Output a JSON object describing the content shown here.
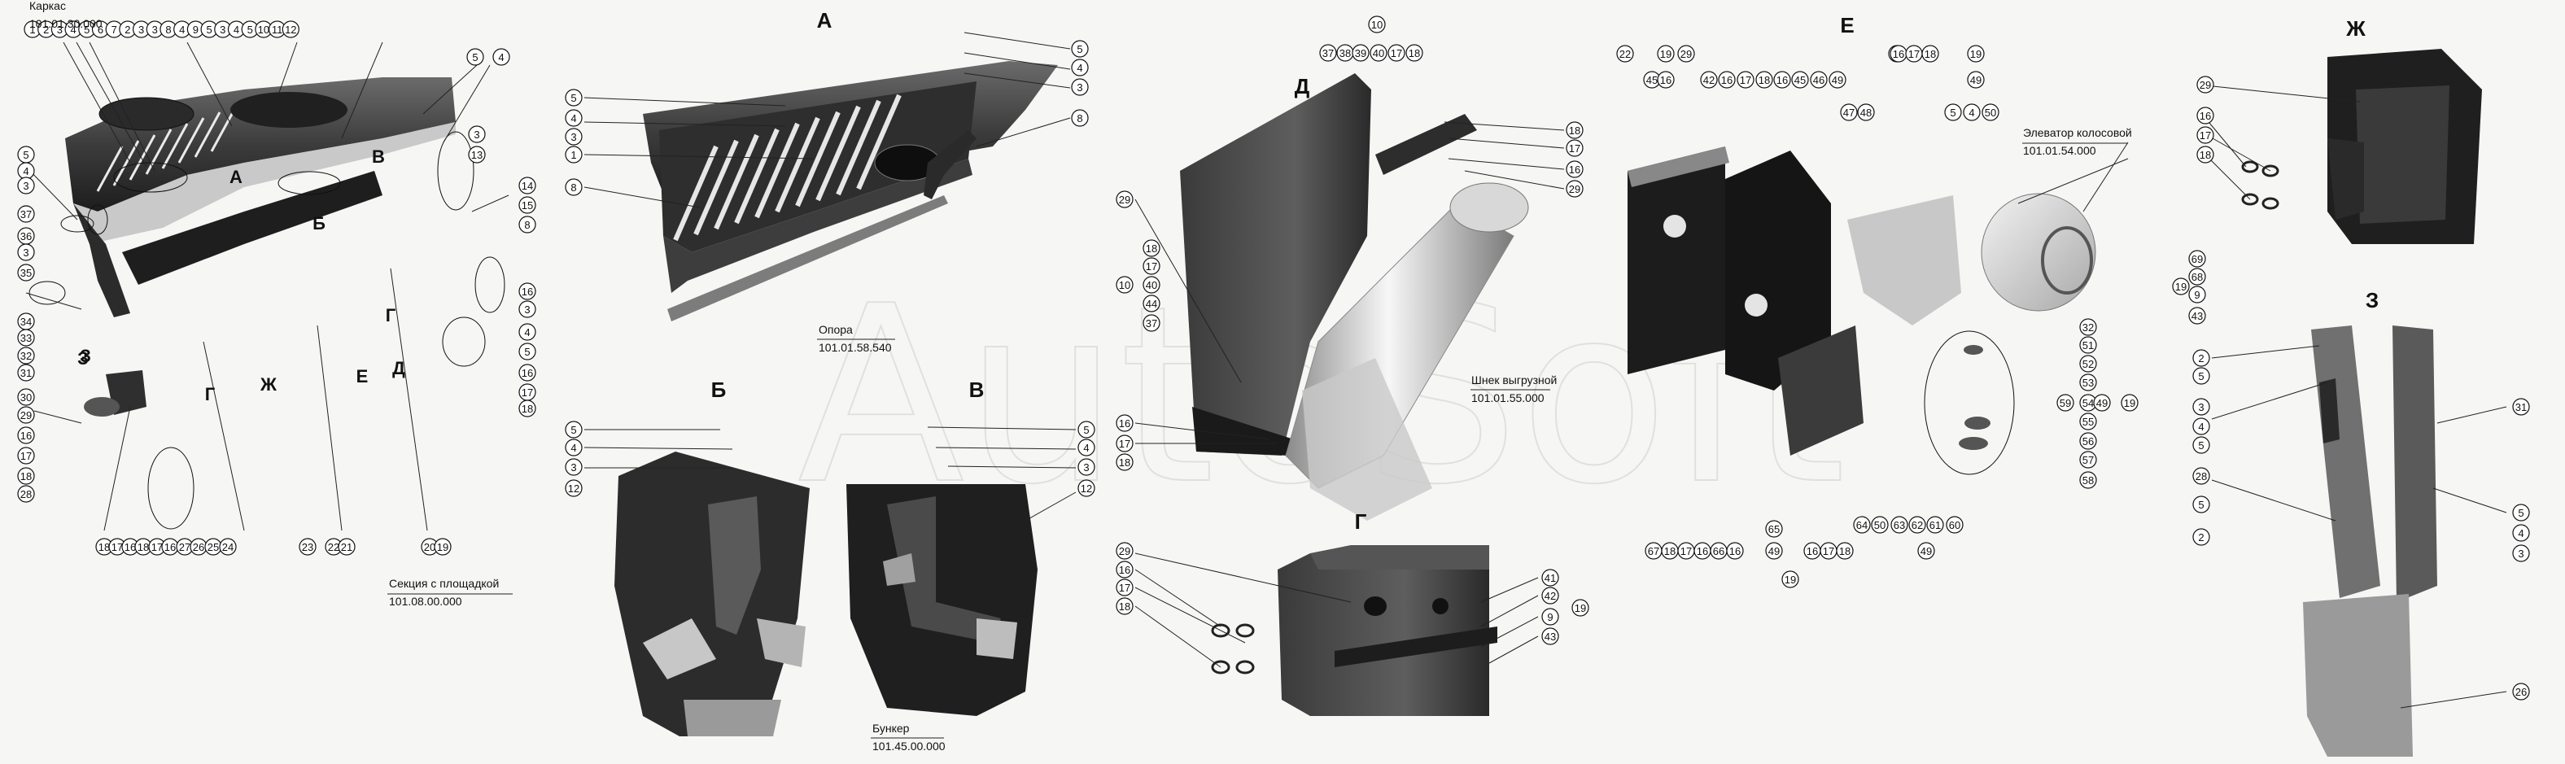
{
  "watermark": "AutoSoft",
  "views": [
    {
      "key": "А"
    },
    {
      "key": "Б"
    },
    {
      "key": "В"
    },
    {
      "key": "Г"
    },
    {
      "key": "Д"
    },
    {
      "key": "Е"
    },
    {
      "key": "Ж"
    },
    {
      "key": "З"
    }
  ],
  "main_view_letters": [
    "А",
    "Б",
    "В",
    "Г",
    "Д",
    "Е",
    "Ж",
    "З",
    "Г",
    "З"
  ],
  "captions": [
    {
      "name": "Каркас",
      "code": "101.01.30.000"
    },
    {
      "name": "Секция с площадкой",
      "code": "101.08.00.000"
    },
    {
      "name": "Опора",
      "code": "101.01.58.540"
    },
    {
      "name": "Бункер",
      "code": "101.45.00.000"
    },
    {
      "name": "Шнек выгрузной",
      "code": "101.01.55.000"
    },
    {
      "name": "Элеватор колосовой",
      "code": "101.01.54.000"
    }
  ],
  "callouts": {
    "main_top": [
      "1",
      "2",
      "3",
      "4",
      "5",
      "6",
      "7",
      "2",
      "3",
      "3",
      "8",
      "4",
      "9",
      "5",
      "3",
      "4",
      "5",
      "10",
      "11",
      "12",
      "5",
      "4"
    ],
    "main_left": [
      "5",
      "4",
      "3",
      "37",
      "36",
      "3",
      "35",
      "34",
      "33",
      "32",
      "31",
      "30",
      "29",
      "16",
      "17",
      "18",
      "28"
    ],
    "main_right": [
      "3",
      "13",
      "14",
      "15",
      "8",
      "16",
      "3",
      "4",
      "5",
      "16",
      "17",
      "18"
    ],
    "main_bottom": [
      "18",
      "17",
      "16",
      "18",
      "17",
      "16",
      "27",
      "26",
      "25",
      "24",
      "23",
      "22",
      "21",
      "20",
      "19"
    ],
    "A": [
      "5",
      "4",
      "3",
      "1",
      "8",
      "5",
      "4",
      "3",
      "8"
    ],
    "B": [
      "5",
      "4",
      "3",
      "12"
    ],
    "V": [
      "5",
      "4",
      "3",
      "12"
    ],
    "D_top": [
      "10",
      "37",
      "38",
      "39",
      "40",
      "17",
      "18"
    ],
    "D_right": [
      "18",
      "17",
      "16",
      "29"
    ],
    "D_left": [
      "29",
      "18",
      "17",
      "40",
      "44",
      "37",
      "10",
      "16",
      "17",
      "18"
    ],
    "G_left": [
      "29",
      "16",
      "17",
      "18"
    ],
    "G_right": [
      "41",
      "42",
      "9",
      "43",
      "19"
    ],
    "E_top": [
      "22",
      "19",
      "45",
      "16",
      "29",
      "42",
      "16",
      "17",
      "18",
      "16",
      "45",
      "46",
      "49",
      "47",
      "48",
      "19",
      "16",
      "17",
      "18",
      "5",
      "4",
      "50",
      "19",
      "49"
    ],
    "E_right": [
      "32",
      "51",
      "52",
      "53",
      "54",
      "55",
      "56",
      "57",
      "58",
      "59",
      "49",
      "19"
    ],
    "E_bottom": [
      "67",
      "18",
      "17",
      "16",
      "66",
      "16",
      "65",
      "49",
      "19",
      "16",
      "17",
      "18",
      "64",
      "50",
      "63",
      "62",
      "61",
      "60",
      "49"
    ],
    "ZH": [
      "29",
      "16",
      "17",
      "18",
      "69",
      "68",
      "9",
      "43",
      "19"
    ],
    "Z": [
      "2",
      "5",
      "3",
      "4",
      "5",
      "28",
      "5",
      "2",
      "31",
      "5",
      "4",
      "3",
      "26"
    ]
  }
}
